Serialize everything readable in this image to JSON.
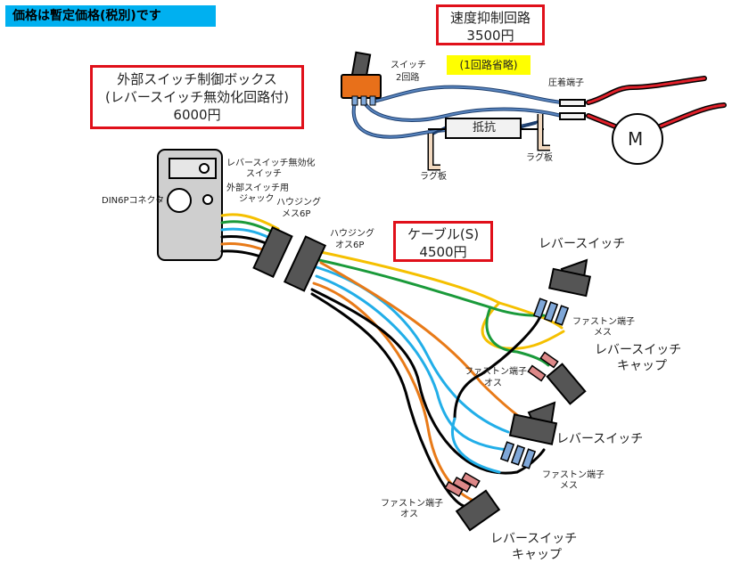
{
  "banner": "価格は暫定価格(税別)です",
  "boxes": {
    "speed": {
      "title": "速度抑制回路",
      "price": "3500円"
    },
    "switch_box": {
      "title": "外部スイッチ制御ボックス",
      "subtitle": "(レバースイッチ無効化回路付)",
      "price": "6000円"
    },
    "cable": {
      "title": "ケーブル(S)",
      "price": "4500円"
    }
  },
  "omitted_note": "(1回路省略)",
  "labels": {
    "switch_2circuit_1": "スイッチ",
    "switch_2circuit_2": "2回路",
    "crimp_terminal": "圧着端子",
    "resistor": "抵抗",
    "lug_left": "ラグ板",
    "lug_right": "ラグ板",
    "motor": "M",
    "lever_disable_1": "レバースイッチ無効化",
    "lever_disable_2": "スイッチ",
    "ext_jack_1": "外部スイッチ用",
    "ext_jack_2": "ジャック",
    "din": "DIN6Pコネクタ",
    "housing_female_1": "ハウジング",
    "housing_female_2": "メス6P",
    "housing_male_1": "ハウジング",
    "housing_male_2": "オス6P",
    "lever_switch_1": "レバースイッチ",
    "lever_switch_2": "レバースイッチ",
    "lever_cap_1a": "レバースイッチ",
    "lever_cap_1b": "キャップ",
    "lever_cap_2a": "レバースイッチ",
    "lever_cap_2b": "キャップ",
    "faston_f1a": "ファストン端子",
    "faston_f1b": "メス",
    "faston_f2a": "ファストン端子",
    "faston_f2b": "メス",
    "faston_m1a": "ファストン端子",
    "faston_m1b": "オス",
    "faston_m2a": "ファストン端子",
    "faston_m2b": "オス"
  },
  "colors": {
    "frame": "#e0101a",
    "banner": "#00b0f0",
    "note_bg": "#ffff00",
    "switch_body": "#e8701a",
    "wire_blue": "#3a6aa8"
  }
}
